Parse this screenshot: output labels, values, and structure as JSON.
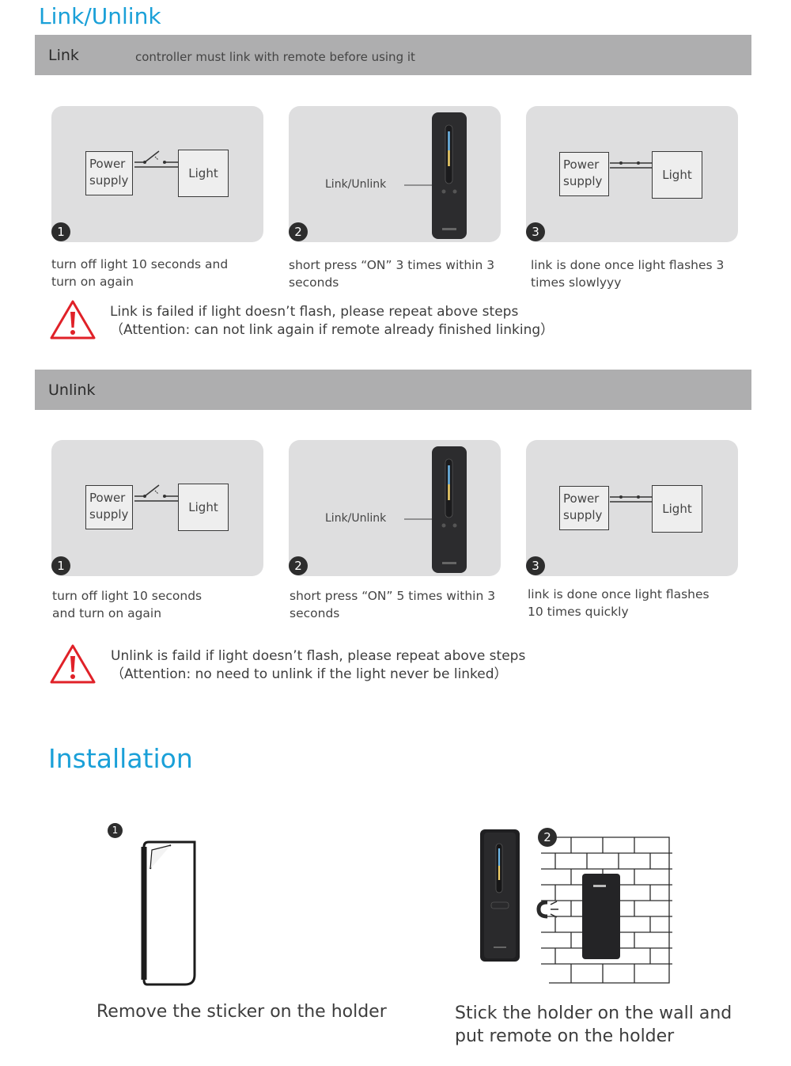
{
  "title": "Link/Unlink",
  "link": {
    "band_title": "Link",
    "band_subtitle": "controller must link with remote before using it",
    "steps": [
      {
        "num": "1",
        "power_line1": "Power",
        "power_line2": "supply",
        "light": "Light",
        "caption_line1": "turn off light 10 seconds and",
        "caption_line2": "turn on again"
      },
      {
        "num": "2",
        "remote_label": "Link/Unlink",
        "caption_line1": "short press “ON” 3 times within 3",
        "caption_line2": "seconds"
      },
      {
        "num": "3",
        "power_line1": "Power",
        "power_line2": "supply",
        "light": "Light",
        "caption_line1": "link is done once light flashes 3",
        "caption_line2": "times slowlyyy"
      }
    ],
    "warning_line1": "Link is failed if light doesn’t flash, please repeat above steps",
    "warning_line2": "（Attention: can not link again if remote already finished linking）"
  },
  "unlink": {
    "band_title": "Unlink",
    "steps": [
      {
        "num": "1",
        "power_line1": "Power",
        "power_line2": "supply",
        "light": "Light",
        "caption_line1": "turn off light 10 seconds",
        "caption_line2": "and turn on again"
      },
      {
        "num": "2",
        "remote_label": "Link/Unlink",
        "caption_line1": "short press “ON” 5 times within 3",
        "caption_line2": "seconds"
      },
      {
        "num": "3",
        "power_line1": "Power",
        "power_line2": "supply",
        "light": "Light",
        "caption_line1": "link is done once light flashes",
        "caption_line2": "10 times quickly"
      }
    ],
    "warning_line1": "Unlink is faild if light doesn’t flash, please repeat above steps",
    "warning_line2": "（Attention: no need to unlink if the light never be linked）"
  },
  "installation": {
    "title": "Installation",
    "step1": {
      "num": "1",
      "caption": "Remove the sticker on the holder"
    },
    "step2": {
      "num": "2",
      "caption_line1": "Stick the holder on the wall and",
      "caption_line2": "put remote on the holder"
    }
  },
  "colors": {
    "accent": "#1aa0d8",
    "band": "#aeaeaf",
    "panel": "#dededf",
    "warning": "#e02128",
    "remote": "#2c2c2e"
  },
  "icons": [
    "warning-triangle-icon",
    "switch-open-icon",
    "switch-closed-icon",
    "magnet-icon"
  ]
}
